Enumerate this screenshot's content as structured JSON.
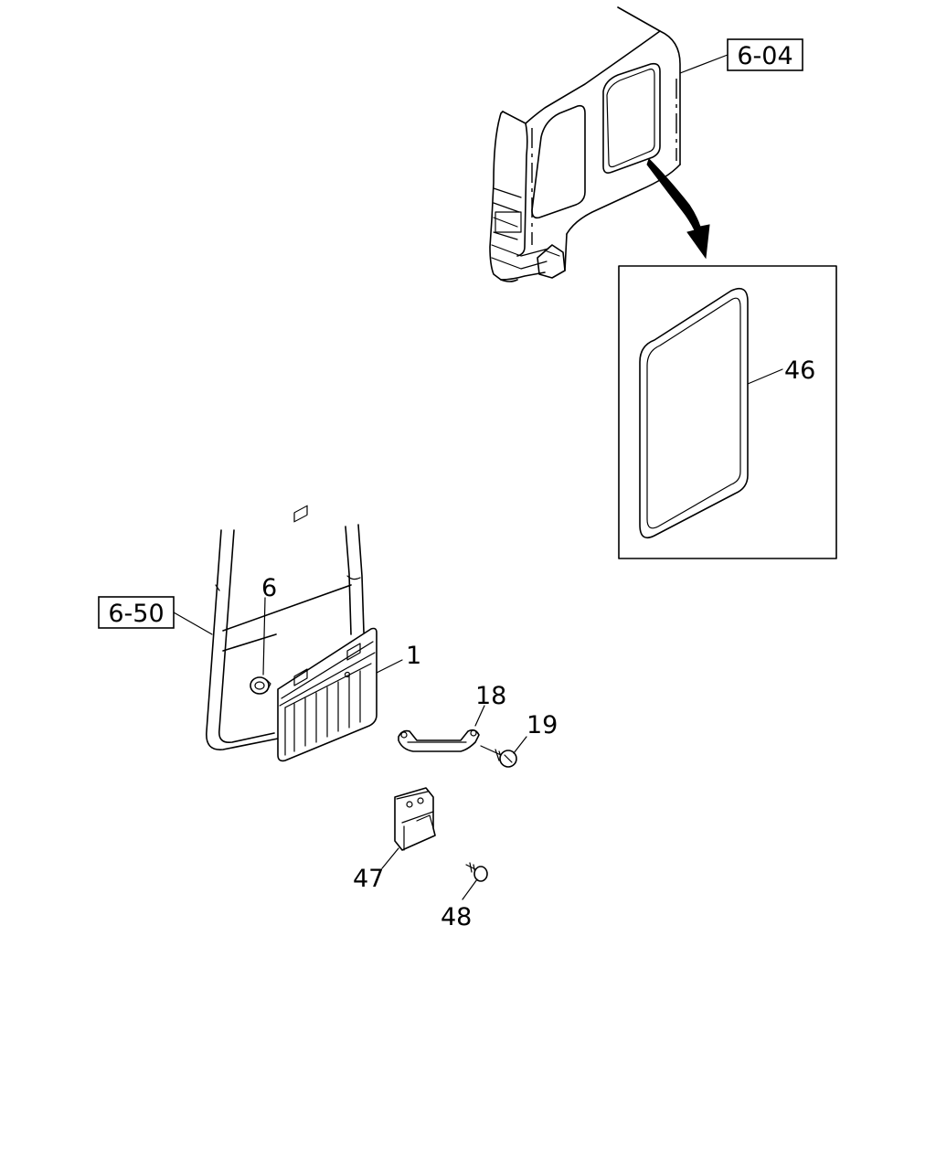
{
  "references": {
    "cab_ref": "6-04",
    "door_ref": "6-50"
  },
  "callouts": {
    "p1": "1",
    "p6": "6",
    "p18": "18",
    "p19": "19",
    "p46": "46",
    "p47": "47",
    "p48": "48"
  }
}
